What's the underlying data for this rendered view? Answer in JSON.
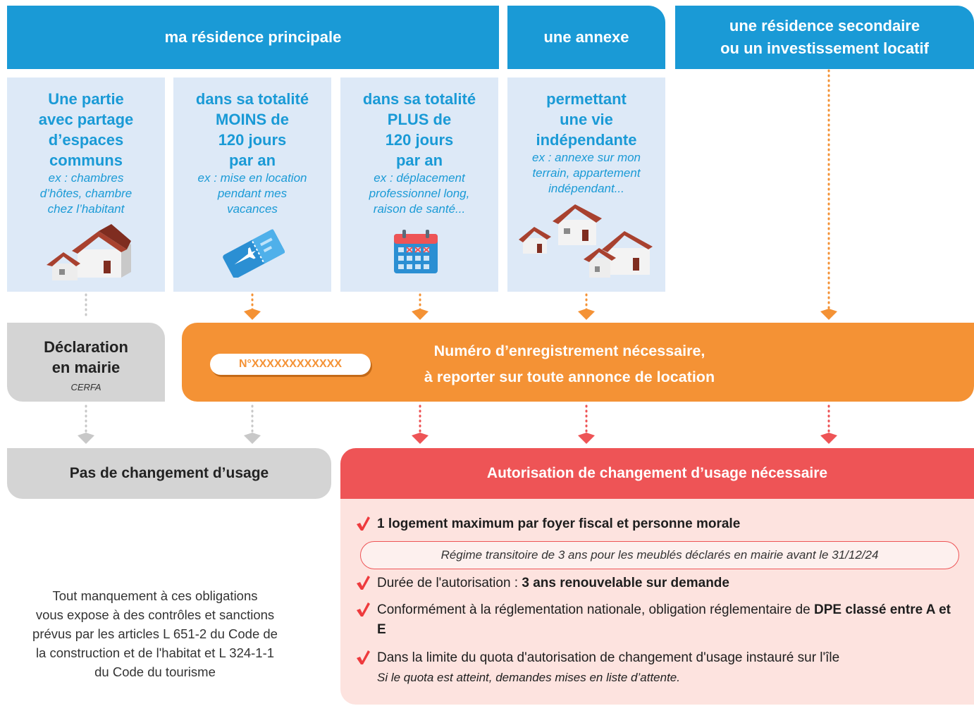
{
  "headers": {
    "principal": "ma résidence principale",
    "annexe": "une annexe",
    "secondaire": "une résidence secondaire\nou un investissement locatif"
  },
  "columns": [
    {
      "title": "Une partie\navec partage\nd’espaces\ncommuns",
      "example": "ex : chambres\nd’hôtes, chambre\nchez l’habitant",
      "icon": "houses-icon"
    },
    {
      "title": "dans sa totalité\nMOINS de\n120 jours\npar an",
      "example": "ex : mise en location\npendant mes\nvacances",
      "icon": "plane-ticket-icon"
    },
    {
      "title": "dans sa totalité\nPLUS de\n120 jours\npar an",
      "example": "ex : déplacement\nprofessionnel long,\nraison de santé...",
      "icon": "calendar-icon"
    },
    {
      "title": "permettant\nune vie\nindépendante",
      "example": "ex : annexe sur mon\nterrain, appartement\nindépendant...",
      "icon": "houses-group-icon"
    }
  ],
  "declaration": {
    "title": "Déclaration\nen mairie",
    "subtitle": "CERFA"
  },
  "registration": {
    "number_badge": "N°XXXXXXXXXXXX",
    "text": "Numéro d’enregistrement nécessaire,\nà reporter sur toute annonce de location"
  },
  "no_change": "Pas de changement d’usage",
  "authorization": {
    "title": "Autorisation de changement d’usage nécessaire",
    "item1": "1 logement maximum par foyer fiscal et personne morale",
    "transitoire": "Régime transitoire de 3 ans pour les meublés déclarés en mairie avant le 31/12/24",
    "item2_pre": "Durée de l'autorisation : ",
    "item2_bold": "3 ans renouvelable sur demande",
    "item3_pre": "Conformément à la réglementation nationale, obligation réglementaire de ",
    "item3_bold": "DPE classé entre A et E",
    "item4": "Dans la limite du quota d'autorisation de changement d'usage instauré sur l'île",
    "item4_note": "Si le quota est atteint, demandes mises en liste d’attente."
  },
  "footnote": "Tout manquement à ces obligations\nvous expose à des contrôles et sanctions\nprévus par les articles L 651-2 du Code de\nla construction et de l'habitat et L 324-1-1\ndu Code du tourisme",
  "colors": {
    "blue": "#1a9ad6",
    "light_blue": "#dde9f7",
    "orange": "#f49235",
    "red": "#ee5456",
    "pink": "#fde3df",
    "gray": "#d4d4d4"
  }
}
